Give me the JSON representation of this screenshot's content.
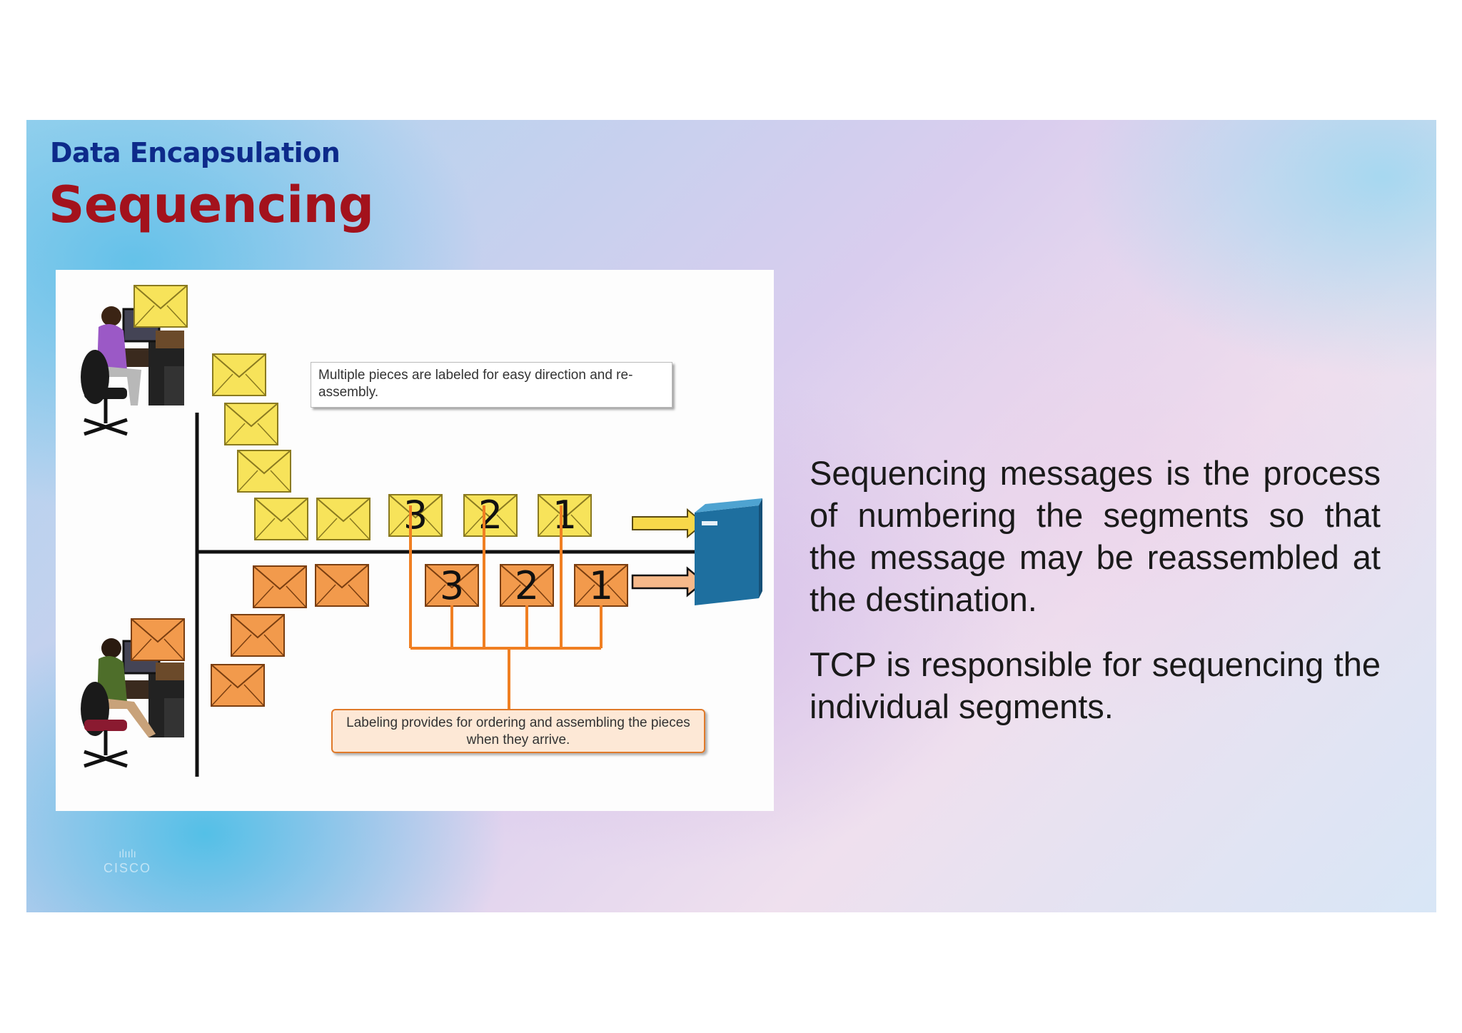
{
  "header": {
    "kicker": "Data Encapsulation",
    "title": "Sequencing"
  },
  "figure": {
    "callout_top": "Multiple pieces are labeled for easy direction and re-assembly.",
    "callout_bottom": "Labeling provides for ordering and assembling the pieces when they arrive.",
    "yellow_labels": [
      "3",
      "2",
      "1"
    ],
    "orange_labels": [
      "3",
      "2",
      "1"
    ],
    "colors": {
      "yellow_envelope": "#f7e35a",
      "orange_envelope": "#f29a4c",
      "server": "#1e6f9f",
      "line": "#111111",
      "orange_line": "#f07f22"
    }
  },
  "body": {
    "paragraph_1": "Sequencing messages is the process of numbering the segments so that the message may be reassembled at the destination.",
    "paragraph_2": "TCP is responsible for sequencing the individual segments."
  },
  "footer": {
    "logo_text": "CISCO"
  }
}
